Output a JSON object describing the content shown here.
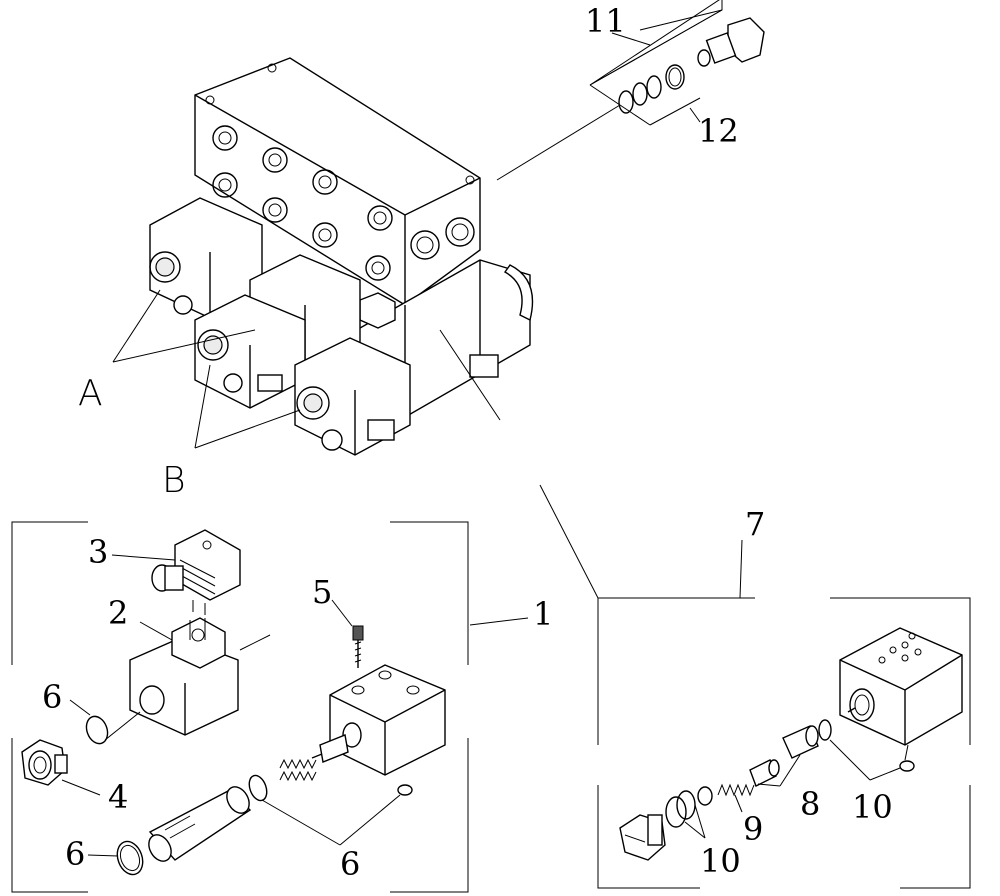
{
  "labels": {
    "A": "A",
    "B": "B",
    "n1": "1",
    "n2": "2",
    "n3": "3",
    "n4": "4",
    "n5": "5",
    "n6a": "6",
    "n6b": "6",
    "n6c": "6",
    "n7": "7",
    "n8": "8",
    "n9": "9",
    "n10a": "10",
    "n10b": "10",
    "n11": "11",
    "n12": "12"
  }
}
